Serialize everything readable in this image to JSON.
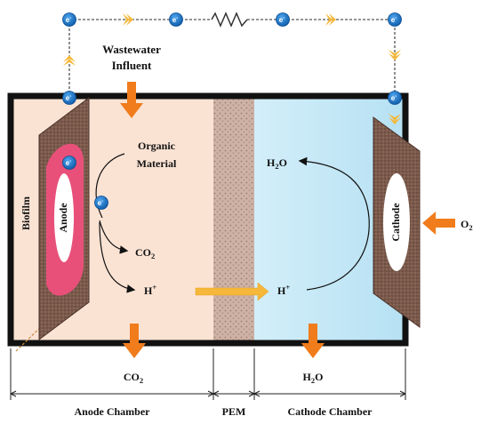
{
  "labels": {
    "wastewater_line1": "Wastewater",
    "wastewater_line2": "Influent",
    "organic_line1": "Organic",
    "organic_line2": "Material",
    "anode": "Anode",
    "cathode": "Cathode",
    "biofilm": "Biofilm",
    "co2_inside": "CO",
    "h_plus_anode": "H",
    "h_plus_cathode": "H",
    "h2o_cathode_top": "H",
    "o2_outside": "O",
    "co2_bottom": "CO",
    "h2o_bottom": "H",
    "pem": "PEM",
    "anode_chamber": "Anode Chamber",
    "cathode_chamber": "Cathode Chamber"
  },
  "subscripts": {
    "co2": "2",
    "h2o": "2",
    "o2": "2",
    "h2o_o": "O",
    "plus": "+"
  },
  "electron_symbol": "e",
  "electron_charge": "-",
  "colors": {
    "anode_chamber_fill": "#fbe3d4",
    "cathode_chamber_fill": "#bfe6f5",
    "pem_fill": "#c9ac9f",
    "electrode_brown": "#7b5a4c",
    "anode_core": "#e8507a",
    "electron_blue": "#1a73c9",
    "flow_orange": "#f07c1c",
    "arrow_yellow": "#f5b83a",
    "frame": "#111111",
    "wire": "#444444"
  },
  "icons": {
    "electron": "electron-icon",
    "resistor": "resistor-icon",
    "current_arrow": "chevron-right-icon",
    "flow_arrow": "arrow-down-icon"
  }
}
